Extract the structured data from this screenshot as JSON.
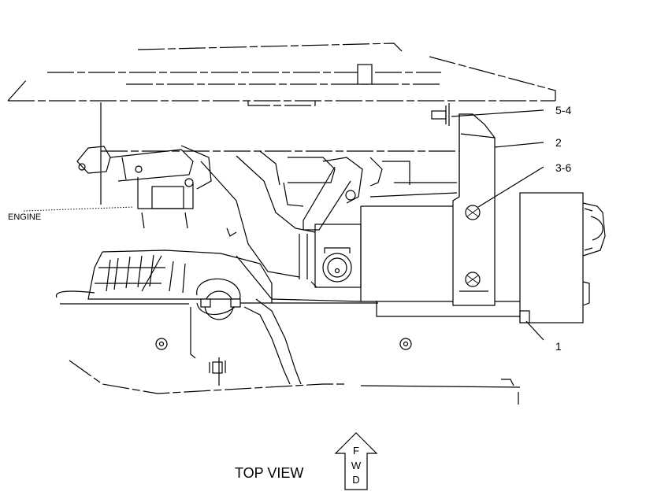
{
  "labels": {
    "engine": "ENGINE",
    "view": "TOP VIEW",
    "fwd": [
      "F",
      "W",
      "D"
    ]
  },
  "callouts": [
    {
      "id": "5-4",
      "text": "5-4"
    },
    {
      "id": "2",
      "text": "2"
    },
    {
      "id": "3-6",
      "text": "3-6"
    },
    {
      "id": "1",
      "text": "1"
    }
  ]
}
